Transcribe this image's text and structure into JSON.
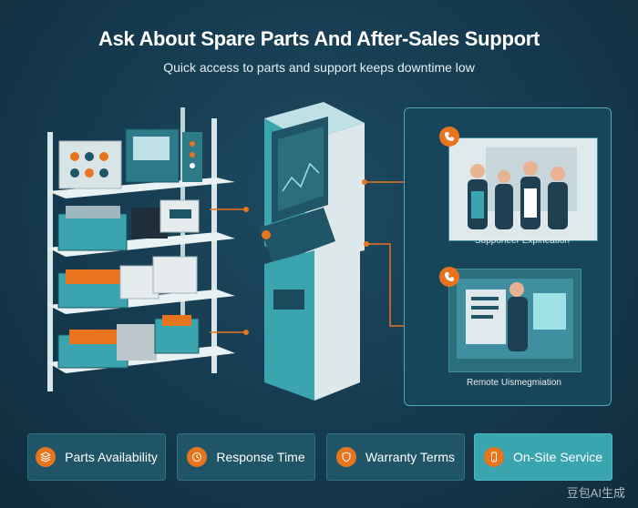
{
  "header": {
    "title": "Ask About Spare Parts And After-Sales Support",
    "subtitle": "Quick access to parts and support keeps downtime low"
  },
  "panel": {
    "cards": [
      {
        "caption": "Supporieer Expineation",
        "icon": "phone-icon"
      },
      {
        "caption": "Remote Uismegmiation",
        "icon": "phone-icon"
      }
    ]
  },
  "buttons": [
    {
      "label": "Parts Availability",
      "icon": "layers-icon"
    },
    {
      "label": "Response Time",
      "icon": "clock-icon"
    },
    {
      "label": "Warranty Terms",
      "icon": "shield-icon"
    },
    {
      "label": "On-Site Service",
      "icon": "mobile-icon"
    }
  ],
  "watermark": "豆包AI生成",
  "colors": {
    "accent": "#e8741e",
    "teal": "#3aa5ae",
    "background": "#153a4f"
  }
}
